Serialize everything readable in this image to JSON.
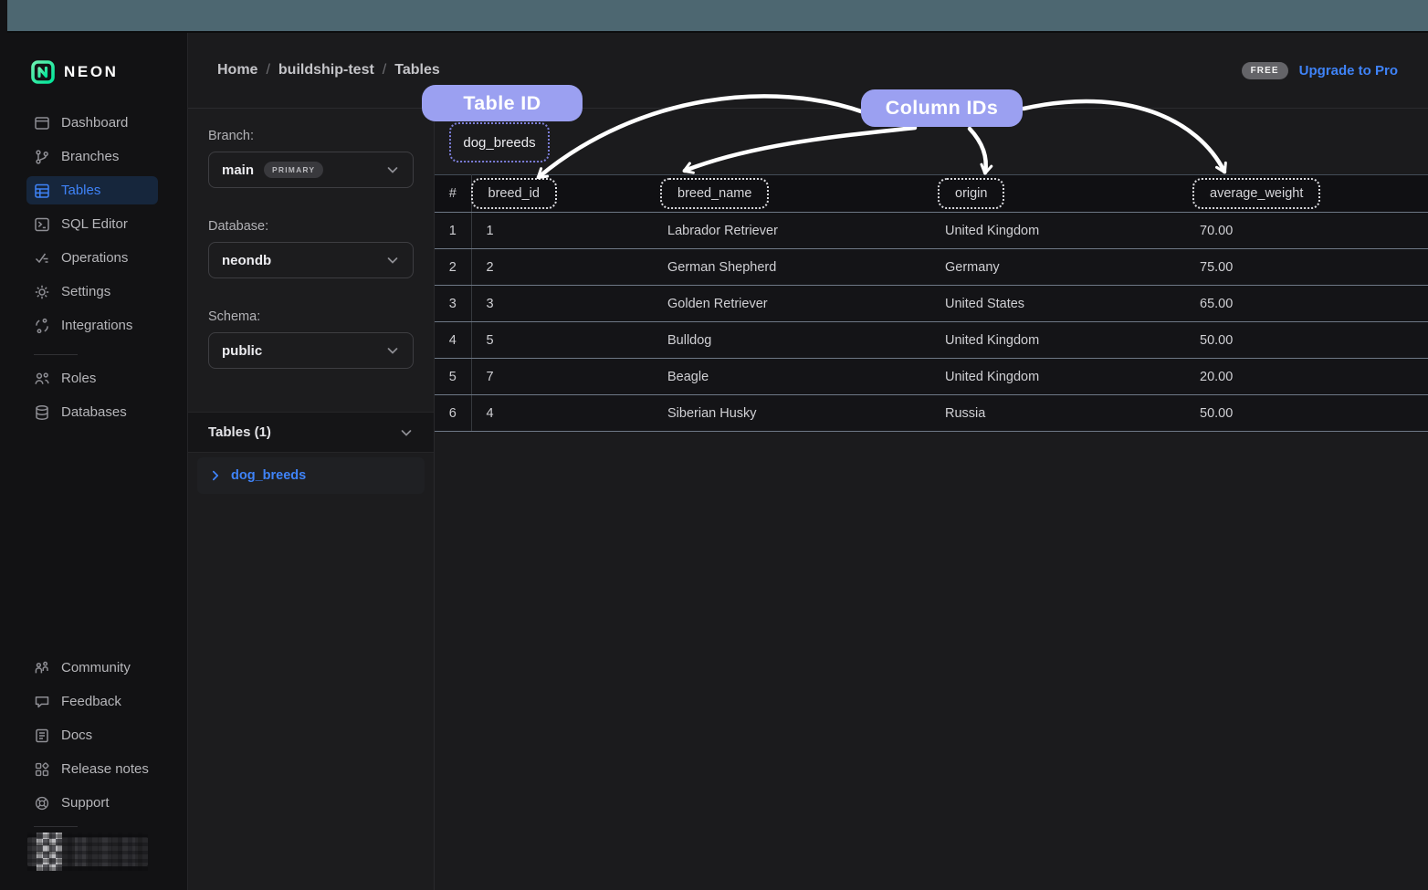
{
  "colors": {
    "accent": "#3f83f8",
    "annotation": "#9ba0f1",
    "top_band": "#4d6771",
    "arrow": "#ffffff"
  },
  "sidebar": {
    "logo_text": "NEON",
    "nav": [
      {
        "label": "Dashboard",
        "icon": "dashboard-icon"
      },
      {
        "label": "Branches",
        "icon": "branches-icon"
      },
      {
        "label": "Tables",
        "icon": "tables-icon",
        "active": true
      },
      {
        "label": "SQL Editor",
        "icon": "sql-editor-icon"
      },
      {
        "label": "Operations",
        "icon": "operations-icon"
      },
      {
        "label": "Settings",
        "icon": "settings-icon"
      },
      {
        "label": "Integrations",
        "icon": "integrations-icon"
      }
    ],
    "nav_secondary": [
      {
        "label": "Roles",
        "icon": "roles-icon"
      },
      {
        "label": "Databases",
        "icon": "databases-icon"
      }
    ],
    "nav_footer": [
      {
        "label": "Community",
        "icon": "community-icon"
      },
      {
        "label": "Feedback",
        "icon": "feedback-icon"
      },
      {
        "label": "Docs",
        "icon": "docs-icon"
      },
      {
        "label": "Release notes",
        "icon": "release-notes-icon"
      },
      {
        "label": "Support",
        "icon": "support-icon"
      }
    ]
  },
  "header": {
    "breadcrumb": [
      "Home",
      "buildship-test",
      "Tables"
    ],
    "separator": "/",
    "plan_badge": "FREE",
    "upgrade_label": "Upgrade to Pro"
  },
  "panel": {
    "branch": {
      "label": "Branch:",
      "value": "main",
      "badge": "PRIMARY"
    },
    "database": {
      "label": "Database:",
      "value": "neondb"
    },
    "schema": {
      "label": "Schema:",
      "value": "public"
    },
    "tables_section": {
      "label": "Tables (1)",
      "items": [
        "dog_breeds"
      ]
    }
  },
  "main": {
    "table_title": "dog_breeds",
    "table": {
      "columns": [
        "#",
        "breed_id",
        "breed_name",
        "origin",
        "average_weight"
      ],
      "rows": [
        [
          "1",
          "1",
          "Labrador Retriever",
          "United Kingdom",
          "70.00"
        ],
        [
          "2",
          "2",
          "German Shepherd",
          "Germany",
          "75.00"
        ],
        [
          "3",
          "3",
          "Golden Retriever",
          "United States",
          "65.00"
        ],
        [
          "4",
          "5",
          "Bulldog",
          "United Kingdom",
          "50.00"
        ],
        [
          "5",
          "7",
          "Beagle",
          "United Kingdom",
          "20.00"
        ],
        [
          "6",
          "4",
          "Siberian Husky",
          "Russia",
          "50.00"
        ]
      ]
    }
  },
  "annotations": {
    "table_id_label": "Table ID",
    "column_ids_label": "Column IDs"
  }
}
